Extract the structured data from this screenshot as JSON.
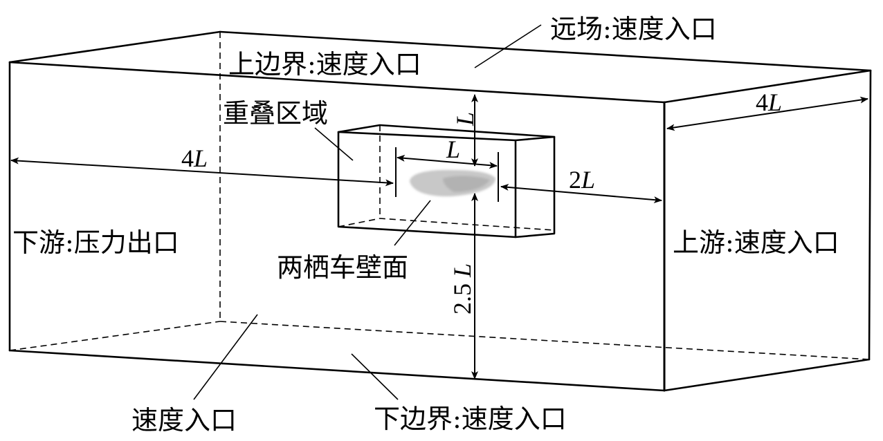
{
  "labels": {
    "far_field": "远场:速度入口",
    "top_boundary": "上边界:速度入口",
    "overlap_region": "重叠区域",
    "downstream": "下游:压力出口",
    "upstream": "上游:速度入口",
    "vehicle_wall": "两栖车壁面",
    "side_inlet": "速度入口",
    "bottom_boundary": "下边界:速度入口"
  },
  "dimensions": {
    "downstream_length": {
      "num": "4",
      "var": "L"
    },
    "vehicle_length": {
      "var": "L"
    },
    "upstream_length": {
      "num": "2",
      "var": "L"
    },
    "top_clearance": {
      "var": "L"
    },
    "bottom_clearance": {
      "num": "2.5 ",
      "var": "L"
    },
    "domain_width": {
      "num": "4",
      "var": "L"
    }
  },
  "colors": {
    "line": "#000000",
    "vehicle": "#c8c8c8",
    "background": "#ffffff"
  }
}
